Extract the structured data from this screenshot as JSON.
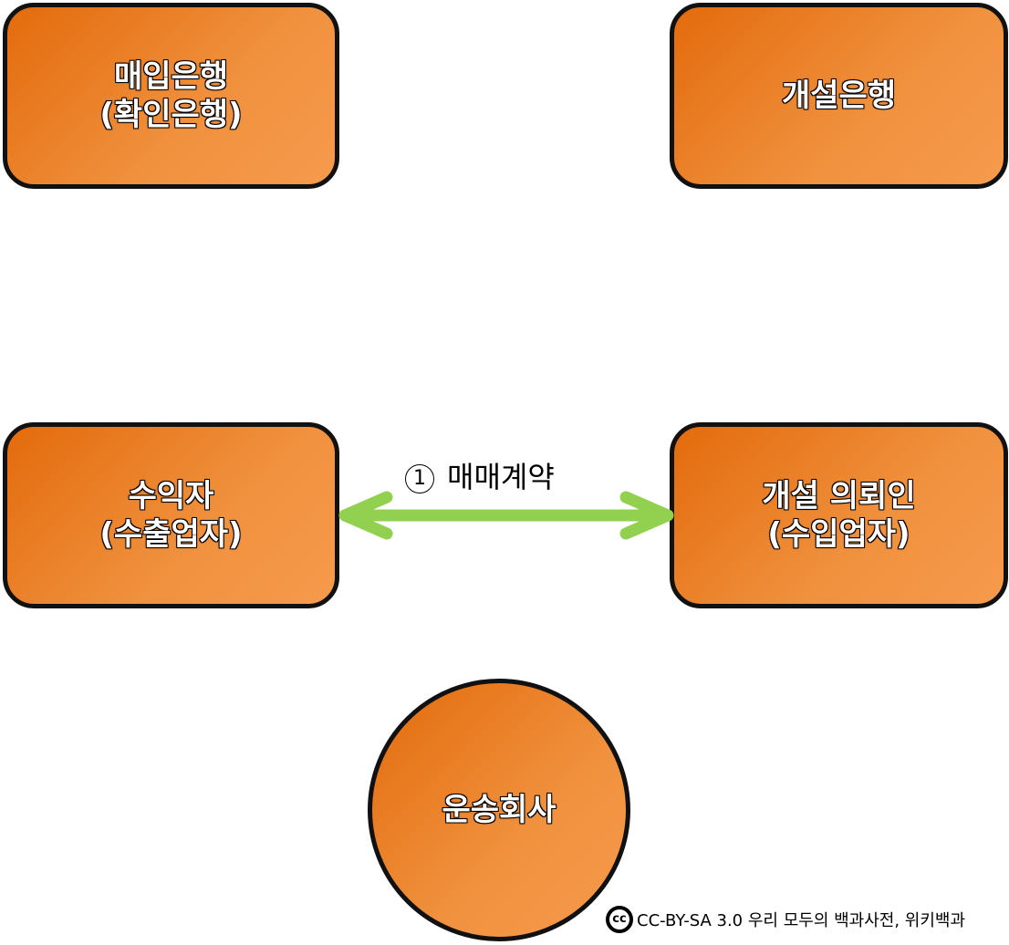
{
  "nodes": {
    "negotiating_bank": {
      "line1": "매입은행",
      "line2": "(확인은행)"
    },
    "issuing_bank": {
      "line1": "개설은행"
    },
    "beneficiary": {
      "line1": "수익자",
      "line2": "(수출업자)"
    },
    "applicant": {
      "line1": "개설 의뢰인",
      "line2": "(수입업자)"
    },
    "carrier": {
      "line1": "운송회사"
    }
  },
  "edges": [
    {
      "from": "beneficiary",
      "to": "applicant",
      "number": "1",
      "label": "매매계약",
      "color": "#92d050",
      "direction": "both"
    }
  ],
  "colors": {
    "node_fill_start": "#e36b0c",
    "node_fill_end": "#f69a4c",
    "node_border": "#111111"
  },
  "license": {
    "icon": "cc-icon",
    "badge": "cc",
    "text": "CC-BY-SA 3.0 우리 모두의 백과사전, 위키백과"
  }
}
